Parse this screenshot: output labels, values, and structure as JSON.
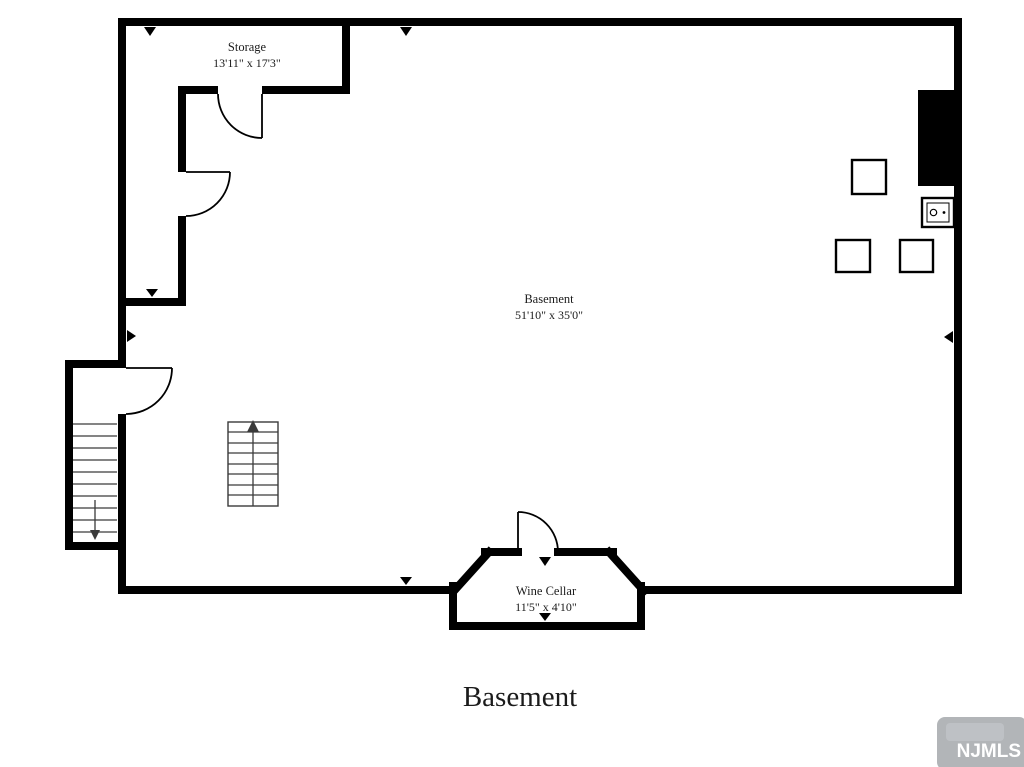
{
  "title": "Basement",
  "rooms": {
    "storage": {
      "name": "Storage",
      "dims": "13'11\" x 17'3\""
    },
    "basement": {
      "name": "Basement",
      "dims": "51'10\" x 35'0\""
    },
    "wine_cellar": {
      "name": "Wine Cellar",
      "dims": "11'5\" x 4'10\""
    }
  },
  "watermark": "NJMLS",
  "colors": {
    "wall": "#000000",
    "background": "#ffffff",
    "watermark_tile": "#b2b5b8"
  },
  "icons": {
    "chimney": "chimney-block",
    "utility": "utility-box-icon",
    "stairs_down": "stairs-down-arrow",
    "stairs_up": "stairs-up-arrow"
  }
}
